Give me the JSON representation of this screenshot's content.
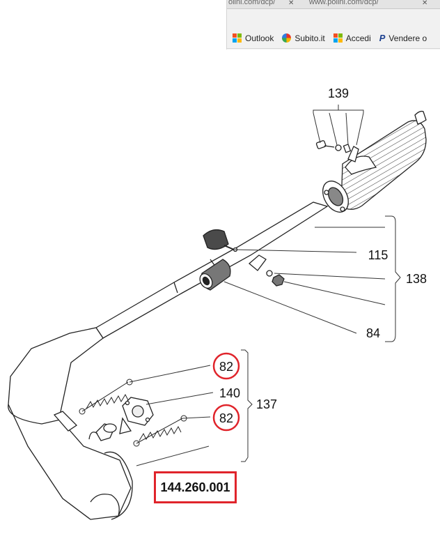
{
  "browser": {
    "tabs": [
      {
        "label": "olini.com/dcp/"
      },
      {
        "label": "www.polini.com/dcp/"
      }
    ],
    "bookmarks": [
      {
        "label": "Outlook",
        "icon": "windows-logo-icon"
      },
      {
        "label": "Subito.it",
        "icon": "subito-logo-icon"
      },
      {
        "label": "Accedi",
        "icon": "windows-logo-icon"
      },
      {
        "label": "Vendere o",
        "icon": "paypal-logo-icon"
      }
    ]
  },
  "diagram": {
    "callouts": {
      "c139": "139",
      "c115": "115",
      "c138": "138",
      "c84": "84",
      "c82a": "82",
      "c140": "140",
      "c137": "137",
      "c82b": "82"
    },
    "part_number": "144.260.001",
    "highlight_color": "#e0242b"
  }
}
